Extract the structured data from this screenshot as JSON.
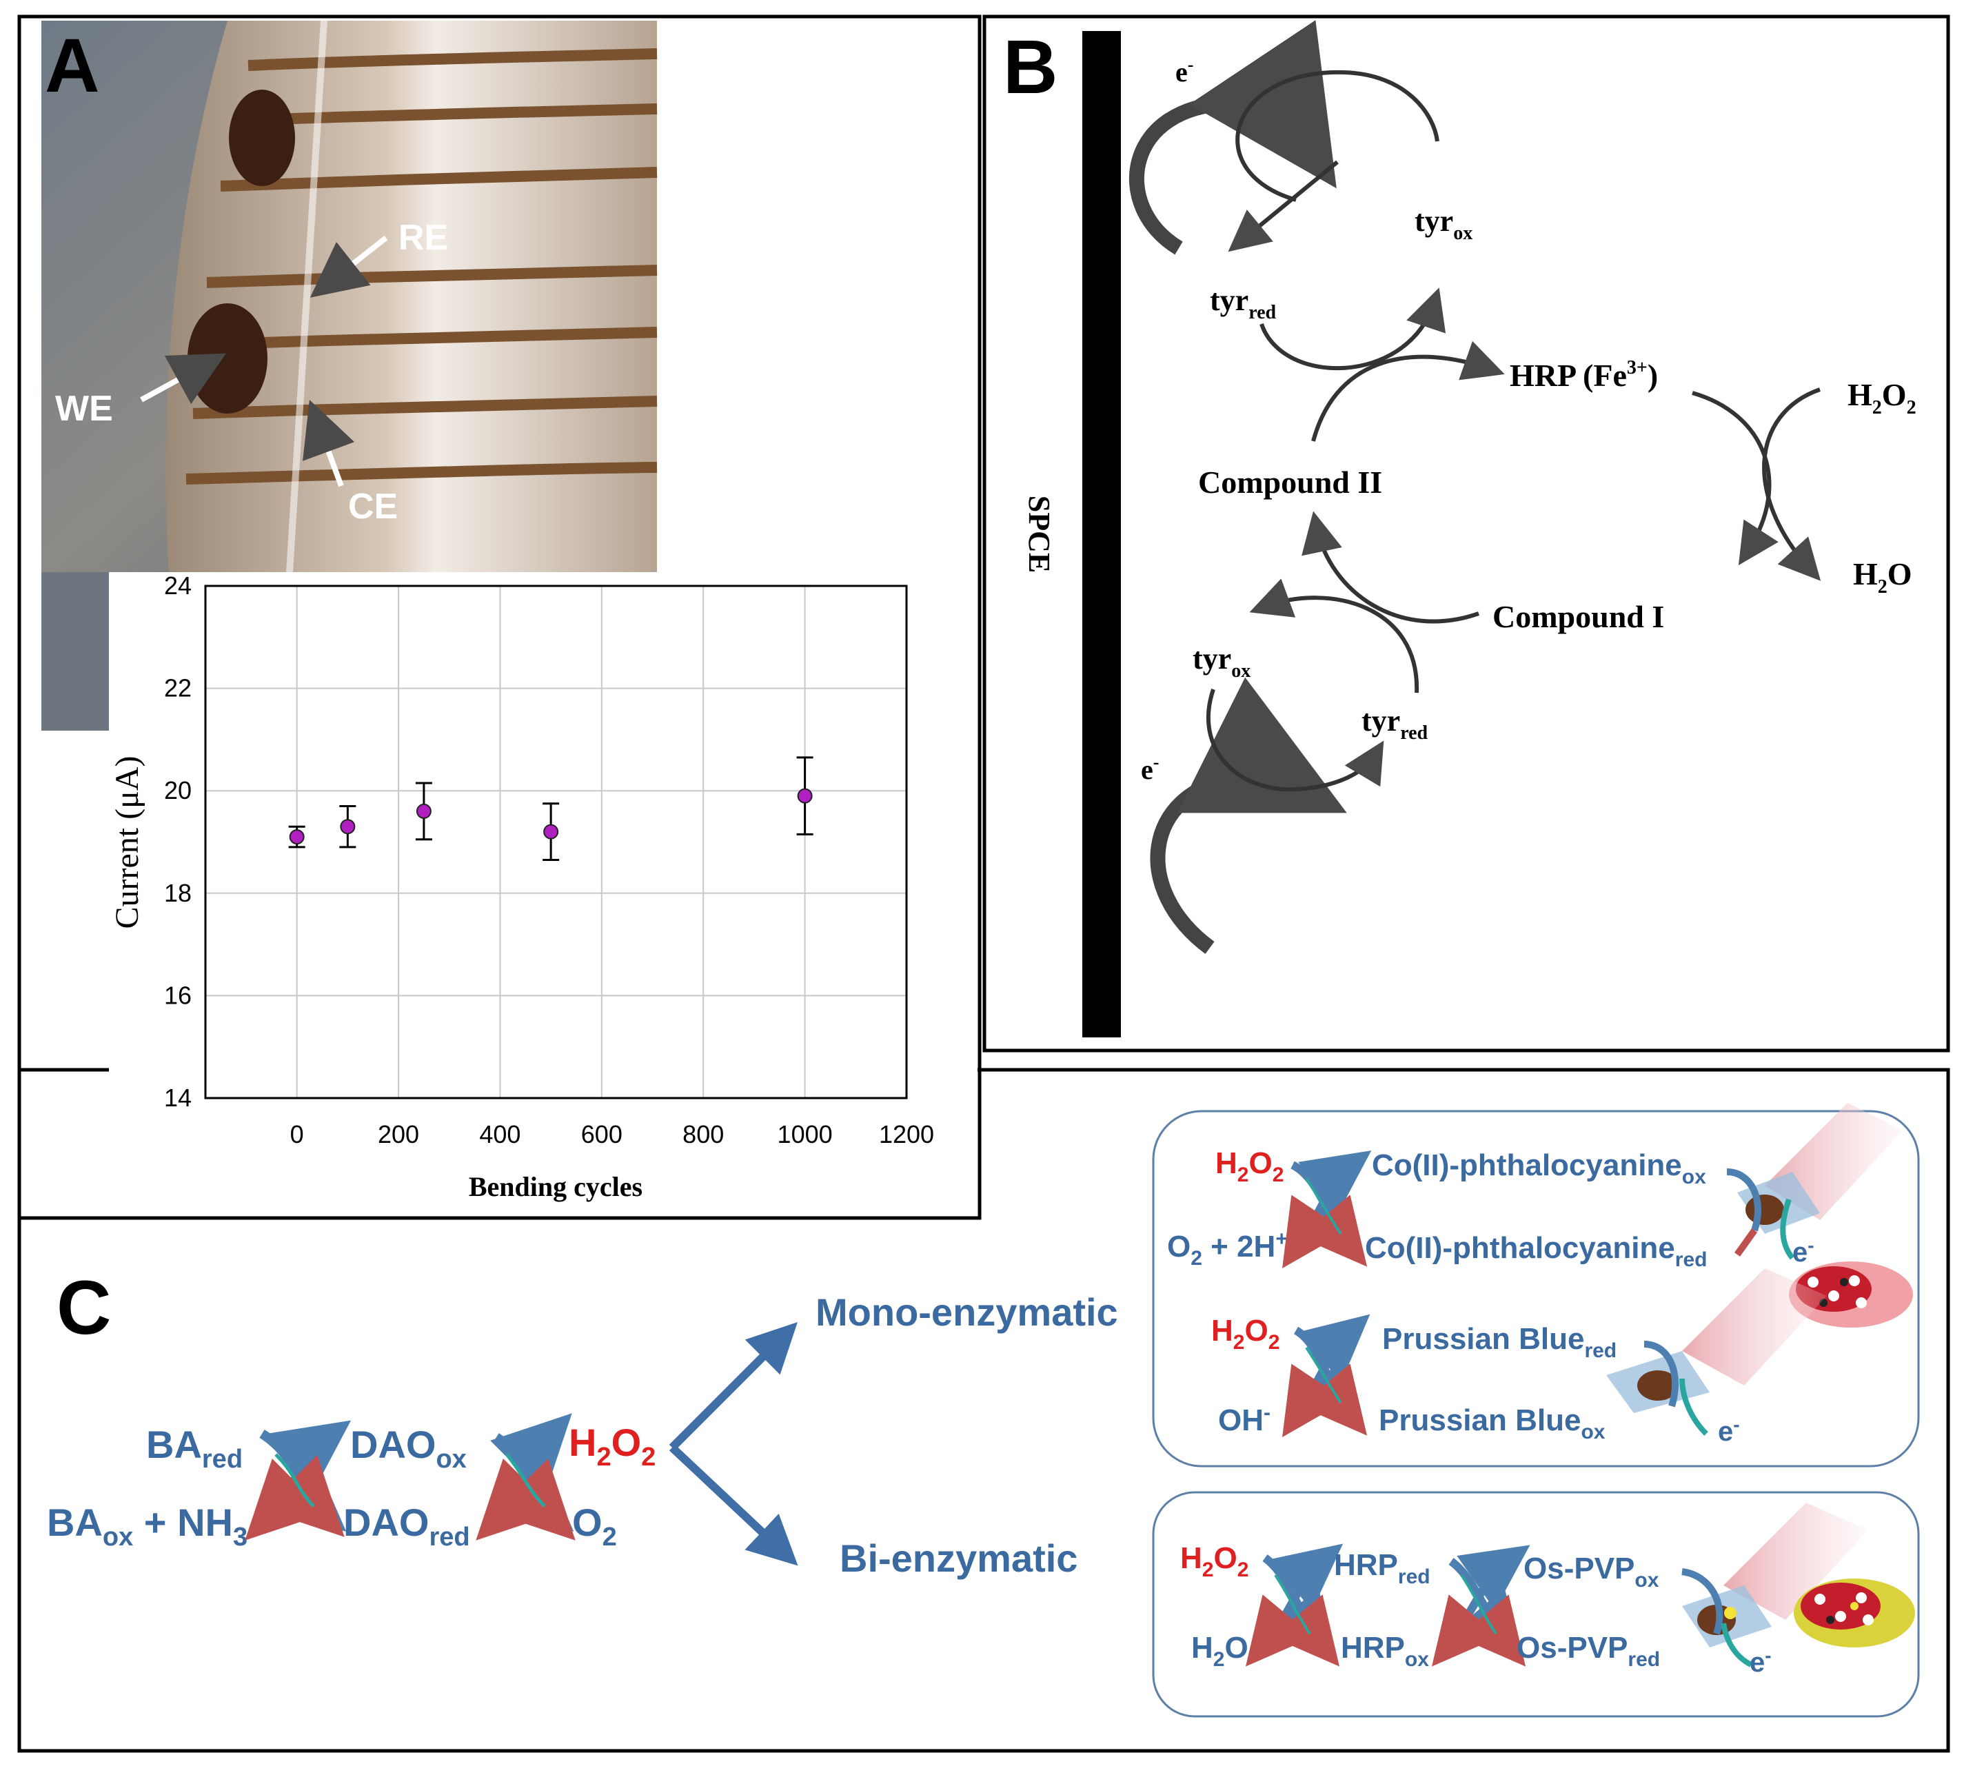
{
  "colors": {
    "blue_text": "#3b6aa0",
    "red_text": "#e02020",
    "arrow_blue": "#4d7fb0",
    "arrow_red": "#c0504d",
    "arrow_teal": "#2aa6a0",
    "magenta_point": "#b01fc0",
    "gray_arrow": "#4a4a4a"
  },
  "panelA": {
    "label": "A",
    "photo_labels": {
      "re": "RE",
      "we": "WE",
      "ce": "CE"
    },
    "photo_icon": "flexible-electrode-photo"
  },
  "chart_data": {
    "type": "scatter",
    "x": [
      0,
      100,
      250,
      500,
      1000
    ],
    "y": [
      19.1,
      19.3,
      19.6,
      19.2,
      19.9
    ],
    "error": [
      0.2,
      0.4,
      0.55,
      0.55,
      0.75
    ],
    "xlabel": "Bending cycles",
    "ylabel": "Current (μA)",
    "xlim": [
      -180,
      1200
    ],
    "ylim": [
      14,
      24
    ],
    "xticks": [
      "0",
      "200",
      "400",
      "600",
      "800",
      "1000",
      "1200"
    ],
    "yticks": [
      "14",
      "16",
      "18",
      "20",
      "22",
      "24"
    ],
    "grid": true
  },
  "panelB": {
    "label": "B",
    "electrode": "SPCE",
    "e_minus": "e",
    "tyr": "tyr",
    "sub_ox": "ox",
    "sub_red": "red",
    "hrp": "HRP (Fe",
    "hrp_sup": "3+",
    "hrp_close": ")",
    "compound2": "Compound II",
    "compound1": "Compound I",
    "h2o2_h": "H",
    "h2o2_o": "O",
    "sub_2": "2",
    "h2o_h": "H",
    "h2o_o": "O"
  },
  "panelC": {
    "label": "C",
    "ba": "BA",
    "ba_ox_nh3": " + NH",
    "sub_3": "3",
    "dao": "DAO",
    "h": "H",
    "o": "O",
    "sub_2": "2",
    "sub_ox": "ox",
    "sub_red": "red",
    "mono": "Mono-enzymatic",
    "bi": "Bi-enzymatic",
    "o2_2h": " + 2H",
    "plus_sup": "+",
    "co_pc": "Co(II)-phthalocyanine",
    "e_minus": "e",
    "prussian": "Prussian Blue",
    "oh": "OH",
    "minus_sup": "-",
    "hrp": "HRP",
    "os_pvp": "Os-PVP"
  }
}
